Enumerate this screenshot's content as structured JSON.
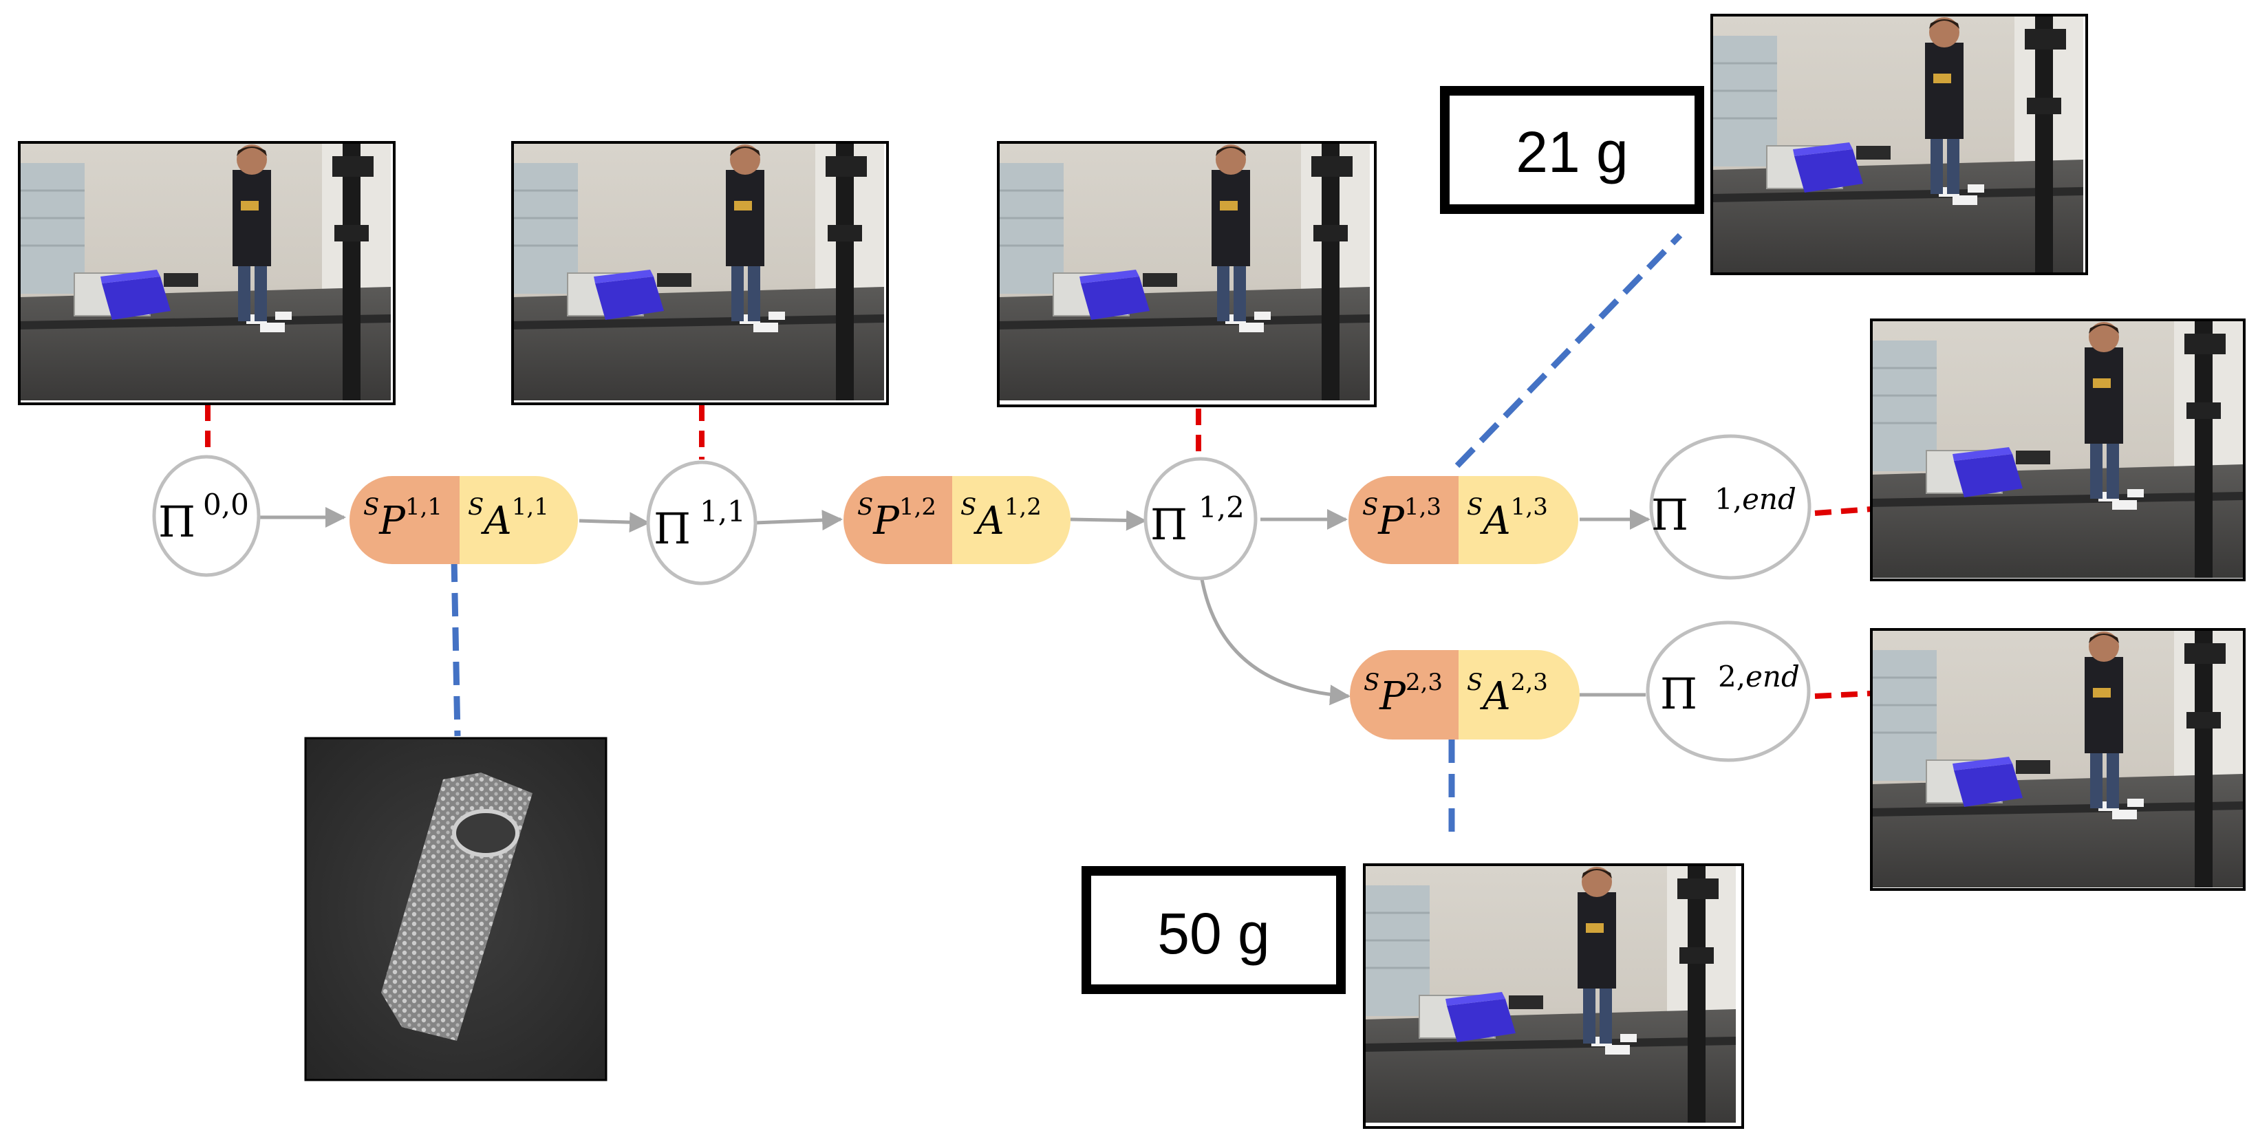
{
  "nodes": {
    "pi_0_0": {
      "symbol": "Π",
      "superscript": "0,0"
    },
    "pi_1_1": {
      "symbol": "Π",
      "superscript": "1,1"
    },
    "pi_1_2": {
      "symbol": "Π",
      "superscript": "1,2"
    },
    "pi_1_end": {
      "symbol": "Π",
      "superscript_num": "1,",
      "superscript_italic": "end"
    },
    "pi_2_end": {
      "symbol": "Π",
      "superscript_num": "2,",
      "superscript_italic": "end"
    }
  },
  "skills": {
    "s_1_1": {
      "p_pre": "S",
      "p_letter": "P",
      "p_sup": "1,1",
      "a_pre": "S",
      "a_letter": "A",
      "a_sup": "1,1"
    },
    "s_1_2": {
      "p_pre": "S",
      "p_letter": "P",
      "p_sup": "1,2",
      "a_pre": "S",
      "a_letter": "A",
      "a_sup": "1,2"
    },
    "s_1_3": {
      "p_pre": "S",
      "p_letter": "P",
      "p_sup": "1,3",
      "a_pre": "S",
      "a_letter": "A",
      "a_sup": "1,3"
    },
    "s_2_3": {
      "p_pre": "S",
      "p_letter": "P",
      "p_sup": "2,3",
      "a_pre": "S",
      "a_letter": "A",
      "a_sup": "2,3"
    }
  },
  "masses": {
    "upper": "21 g",
    "lower": "50 g"
  },
  "colors": {
    "precondition": "#f0ad82",
    "action": "#fde49c",
    "state_link": "#e00000",
    "skill_link": "#4472c4",
    "arrow": "#a6a6a6"
  }
}
